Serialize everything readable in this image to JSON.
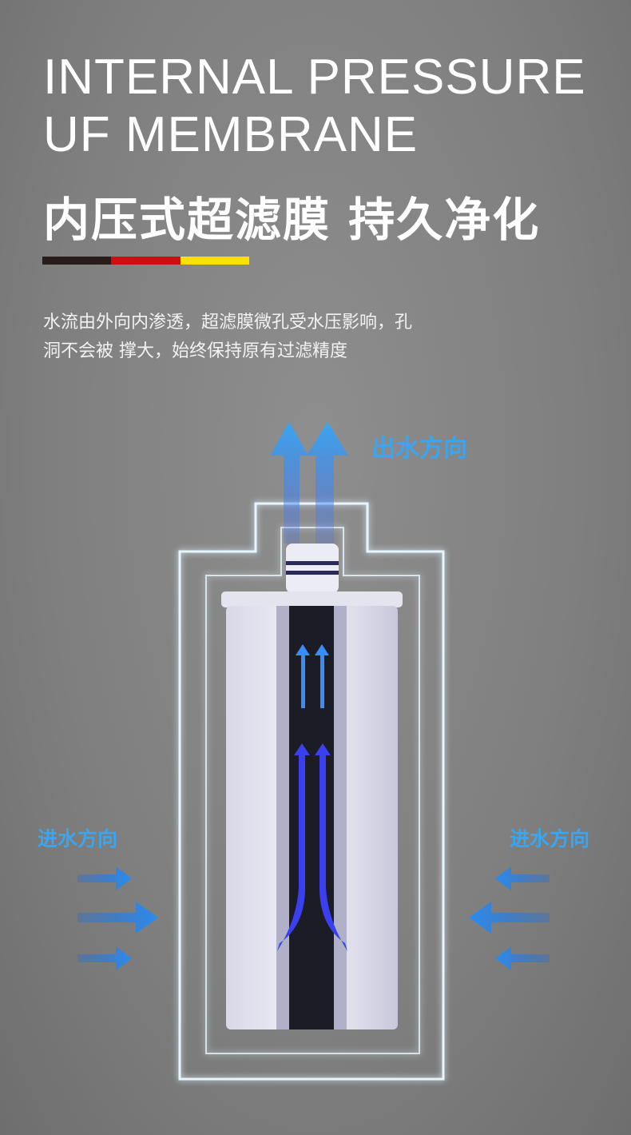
{
  "heading_en": [
    "INTERNAL PRESSURE",
    "UF MEMBRANE"
  ],
  "heading_cn": "内压式超滤膜 持久净化",
  "accent_colors": [
    "#2a1c1a",
    "#d40c12",
    "#ffe000"
  ],
  "description": "水流由外向内渗透，超滤膜微孔受水压影响，孔洞不会被 撑大，始终保持原有过滤精度",
  "labels": {
    "outlet": "出水方向",
    "inlet_left": "进水方向",
    "inlet_right": "进水方向"
  }
}
